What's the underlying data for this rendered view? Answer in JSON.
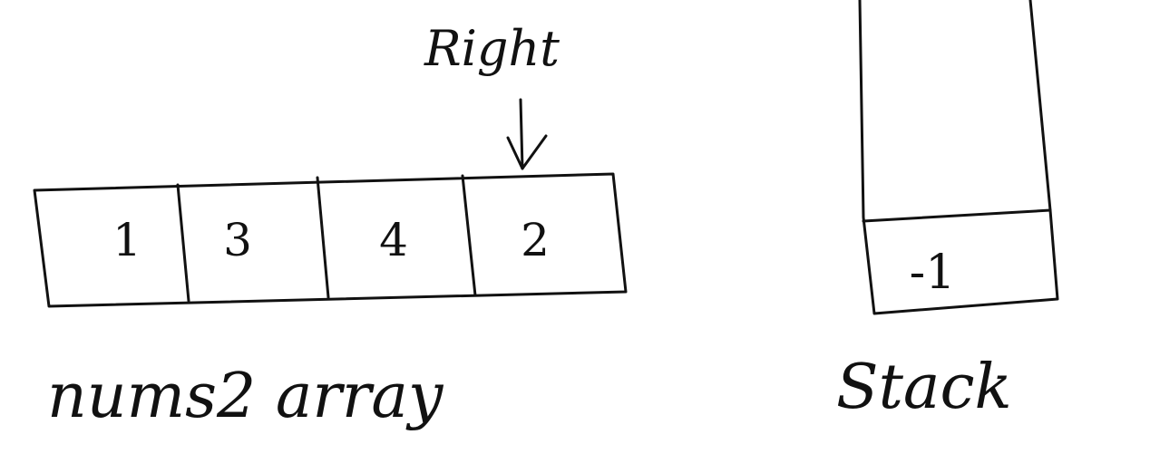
{
  "pointer": {
    "label": "Right"
  },
  "array": {
    "label": "nums2 array",
    "cells": [
      "1",
      "3",
      "4",
      "2"
    ]
  },
  "stack": {
    "label": "Stack",
    "cells": [
      "-1"
    ]
  },
  "colors": {
    "ink": "#111111",
    "background": "#ffffff"
  }
}
